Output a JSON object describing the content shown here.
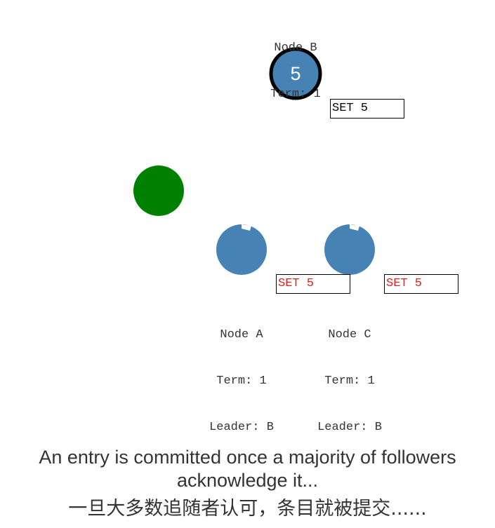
{
  "colors": {
    "node_fill": "#4682b4",
    "leader_outline": "#000000",
    "client_fill": "#008000",
    "uncommitted_text": "#e0201b",
    "committed_text": "#000000"
  },
  "nodes": {
    "b": {
      "name": "Node B",
      "term": "Term: 1",
      "value": "5",
      "log_entry": "SET 5"
    },
    "a": {
      "name": "Node A",
      "term": "Term: 1",
      "leader": "Leader: B",
      "log_entry": "SET 5"
    },
    "c": {
      "name": "Node C",
      "term": "Term: 1",
      "leader": "Leader: B",
      "log_entry": "SET 5"
    }
  },
  "caption": {
    "en": "An entry is committed once a majority of followers acknowledge it...",
    "zh": "一旦大多数追随者认可，条目就被提交......"
  }
}
